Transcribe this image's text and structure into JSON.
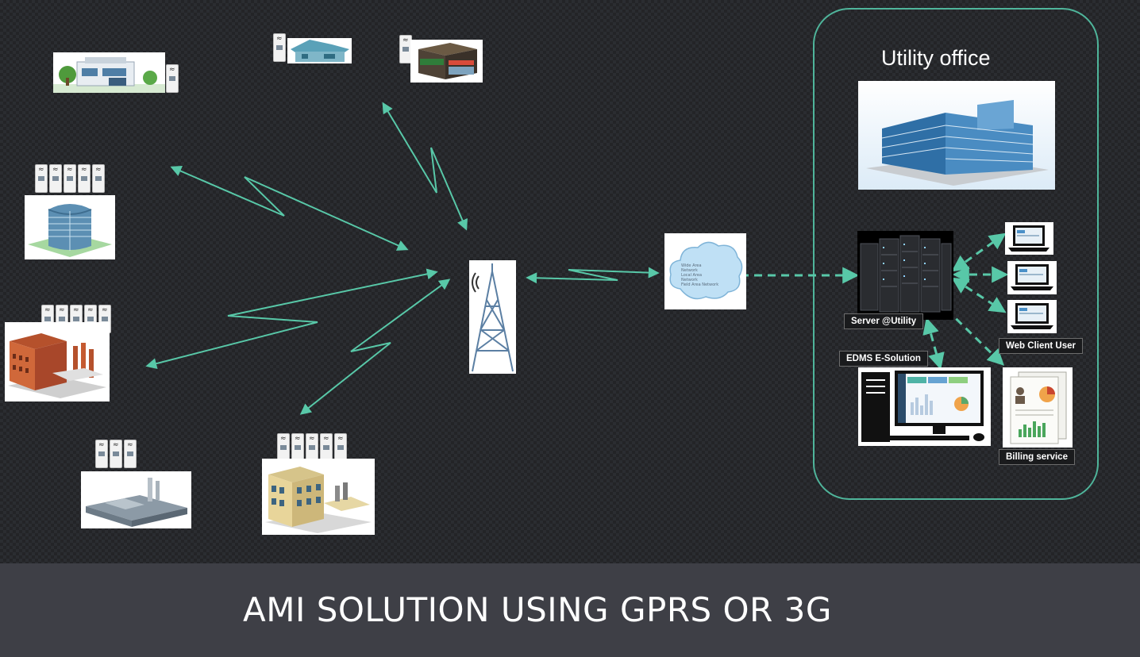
{
  "office": {
    "title": "Utility office",
    "server_label": "Server @Utility",
    "web_client_label": "Web Client User",
    "edms_label": "EDMS E-Solution",
    "billing_label": "Billing service"
  },
  "cloud": {
    "lines": [
      "Wide Area",
      "Network",
      "Local Area",
      "Network",
      "Field Area Network"
    ]
  },
  "footer": {
    "title": "AMI SOLUTION USING GPRS OR 3G"
  },
  "colors": {
    "link": "#58c8a8",
    "office_border": "#4fb59b",
    "footer_bg": "#3e3f46"
  },
  "icons": [
    "house-icon",
    "shop-icon",
    "office-tower-icon",
    "factory-icon",
    "warehouse-icon",
    "cell-tower-icon",
    "cloud-icon",
    "server-rack-icon",
    "laptop-icon",
    "desktop-computer-icon",
    "billing-document-icon",
    "smart-meter-icon"
  ]
}
